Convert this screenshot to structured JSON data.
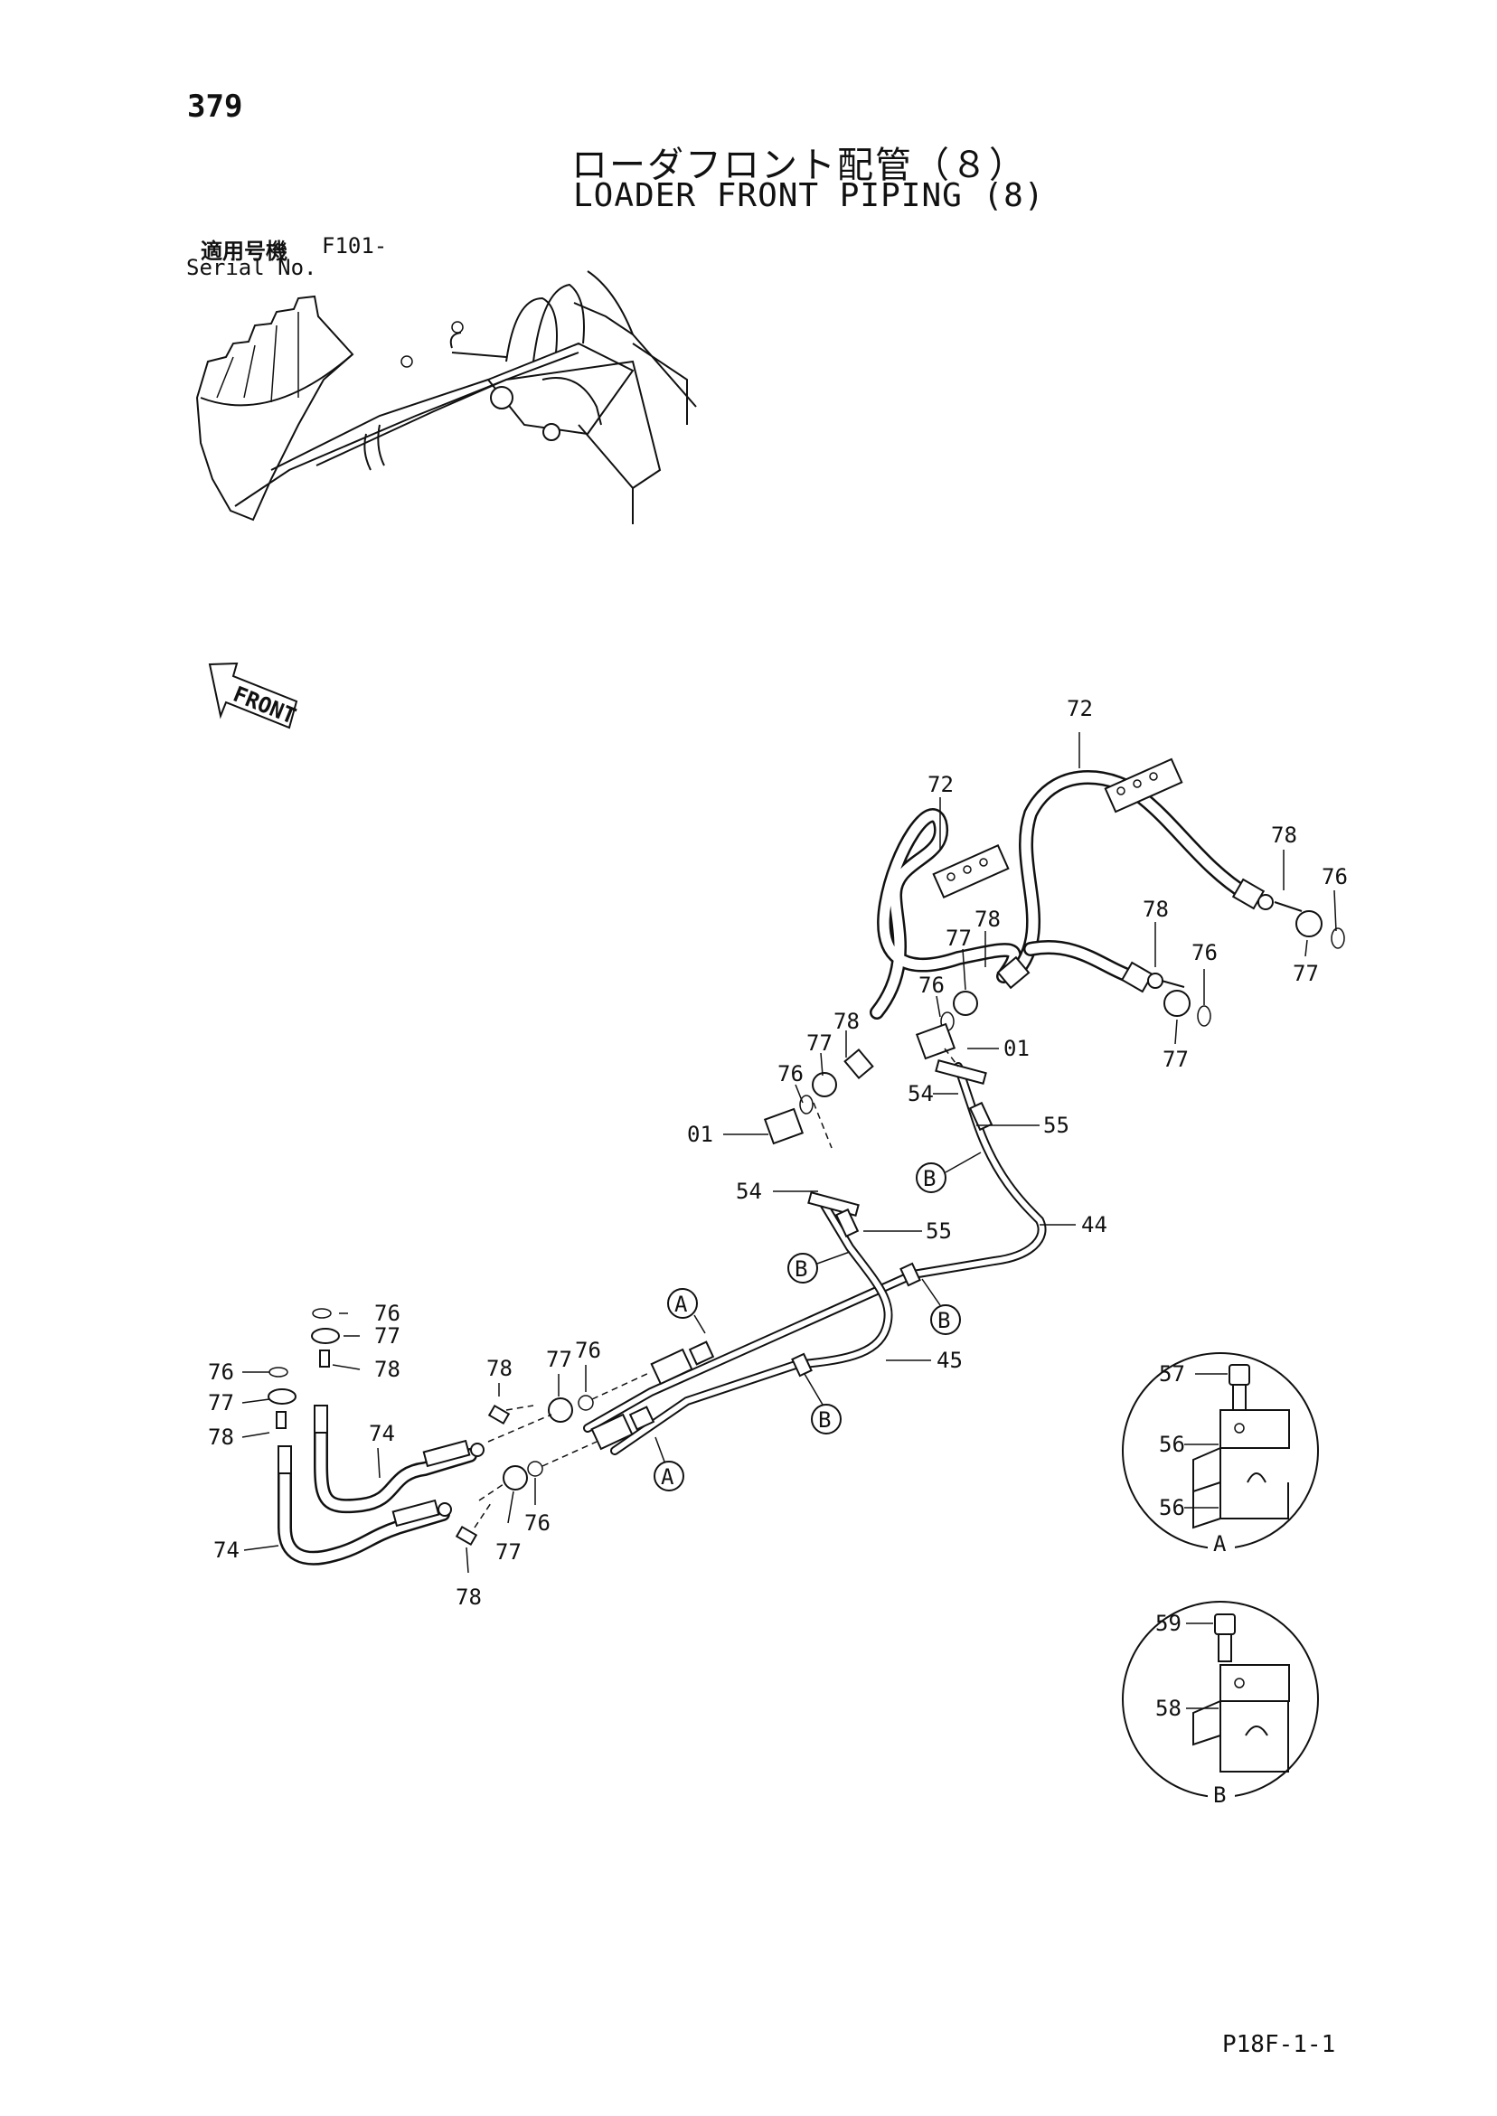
{
  "page_number": "379",
  "title_jp": "ローダフロント配管（８）",
  "title_en": "LOADER FRONT PIPING (8)",
  "serial": {
    "label_jp": "適用号機",
    "value": "F101-",
    "label_en": "Serial No."
  },
  "front_arrow_label": "FRONT",
  "drawing_code": "P18F-1-1",
  "callouts": {
    "c72a": "72",
    "c72b": "72",
    "c78a": "78",
    "c76a": "76",
    "c77a": "77",
    "c78b": "78",
    "c76b": "76",
    "c77b": "77",
    "c77c": "77",
    "c78c": "78",
    "c76c": "76",
    "c01a": "01",
    "c77d": "77",
    "c78d": "78",
    "c76d": "76",
    "c01b": "01",
    "c54a": "54",
    "c55a": "55",
    "c54b": "54",
    "c55b": "55",
    "c44": "44",
    "c45": "45",
    "c76e": "76",
    "c77e": "77",
    "c78e": "78",
    "c76f": "76",
    "c77f": "77",
    "c78f": "78",
    "c74a": "74",
    "c74b": "74",
    "c78g": "78",
    "c77g": "77",
    "c76g": "76",
    "c76h": "76",
    "c77h": "77",
    "c78h": "78"
  },
  "clamp_markers": {
    "a1": "A",
    "a2": "A",
    "b1": "B",
    "b2": "B",
    "b3": "B",
    "b4": "B"
  },
  "detail_a": {
    "label": "A",
    "c57": "57",
    "c56a": "56",
    "c56b": "56"
  },
  "detail_b": {
    "label": "B",
    "c59": "59",
    "c58": "58"
  }
}
